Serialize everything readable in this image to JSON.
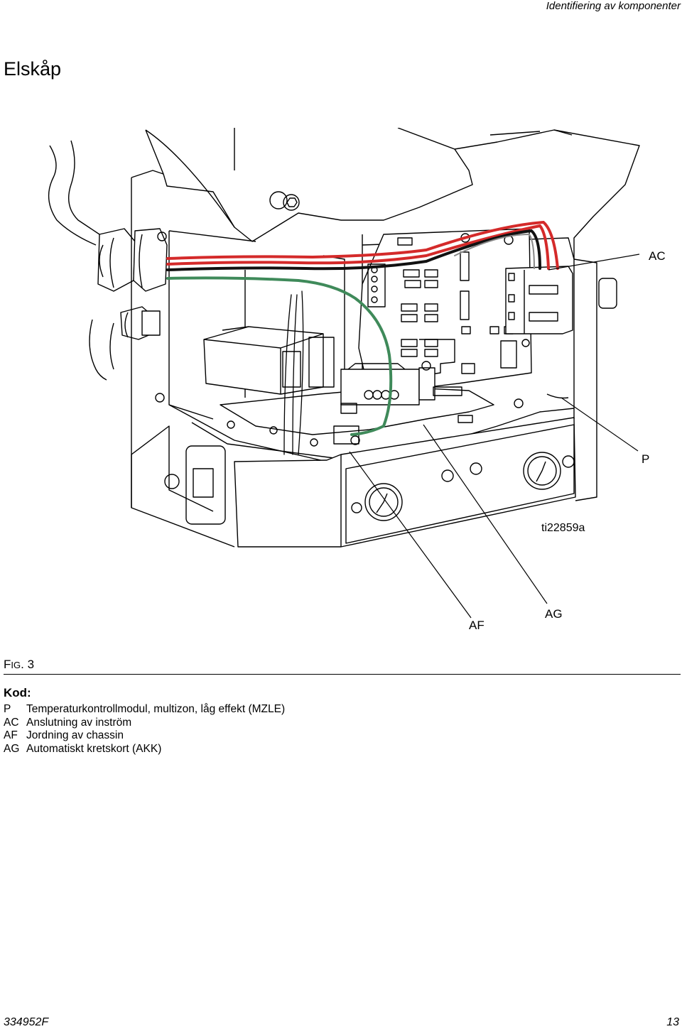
{
  "header": {
    "section": "Identifiering av komponenter"
  },
  "title": "Elskåp",
  "figure": {
    "callouts": {
      "ac": "AC",
      "p": "P",
      "af": "AF",
      "ag": "AG"
    },
    "image_id": "ti22859a"
  },
  "caption": {
    "prefix": "F",
    "prefix_small": "IG",
    "number": ". 3"
  },
  "key": {
    "title": "Kod:",
    "items": [
      {
        "code": "P",
        "text": "Temperaturkontrollmodul, multizon, låg effekt (MZLE)"
      },
      {
        "code": "AC",
        "text": "Anslutning av inström"
      },
      {
        "code": "AF",
        "text": "Jordning av chassin"
      },
      {
        "code": "AG",
        "text": "Automatiskt kretskort (AKK)"
      }
    ]
  },
  "footer": {
    "doc_number": "334952F",
    "page": "13"
  },
  "colors": {
    "red_wire": "#d42a2a",
    "green_wire": "#3f8a5a",
    "line": "#000000"
  }
}
